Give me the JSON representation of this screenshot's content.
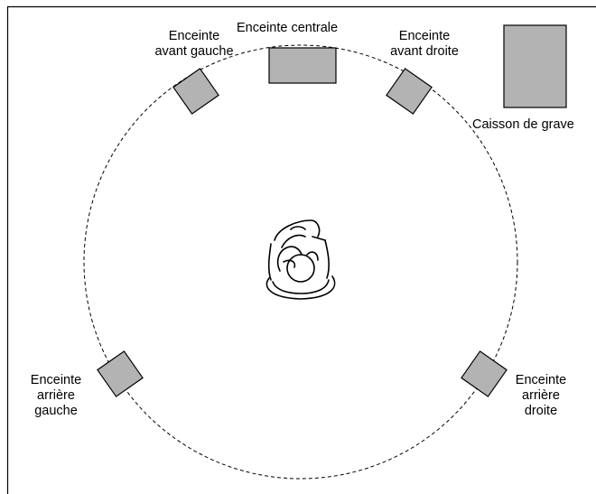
{
  "colors": {
    "speaker_fill": "#b3b3b3",
    "stroke": "#000000",
    "background": "#ffffff"
  },
  "speakers": {
    "front_center": {
      "label": "Enceinte centrale"
    },
    "front_left": {
      "lines": [
        "Enceinte",
        "avant gauche"
      ]
    },
    "front_right": {
      "lines": [
        "Enceinte",
        "avant droite"
      ]
    },
    "subwoofer": {
      "label": "Caisson de grave"
    },
    "rear_left": {
      "lines": [
        "Enceinte",
        "arrière",
        "gauche"
      ]
    },
    "rear_right": {
      "lines": [
        "Enceinte",
        "arrière",
        "droite"
      ]
    }
  },
  "icons": {
    "listener": "listener-in-chair-icon"
  }
}
